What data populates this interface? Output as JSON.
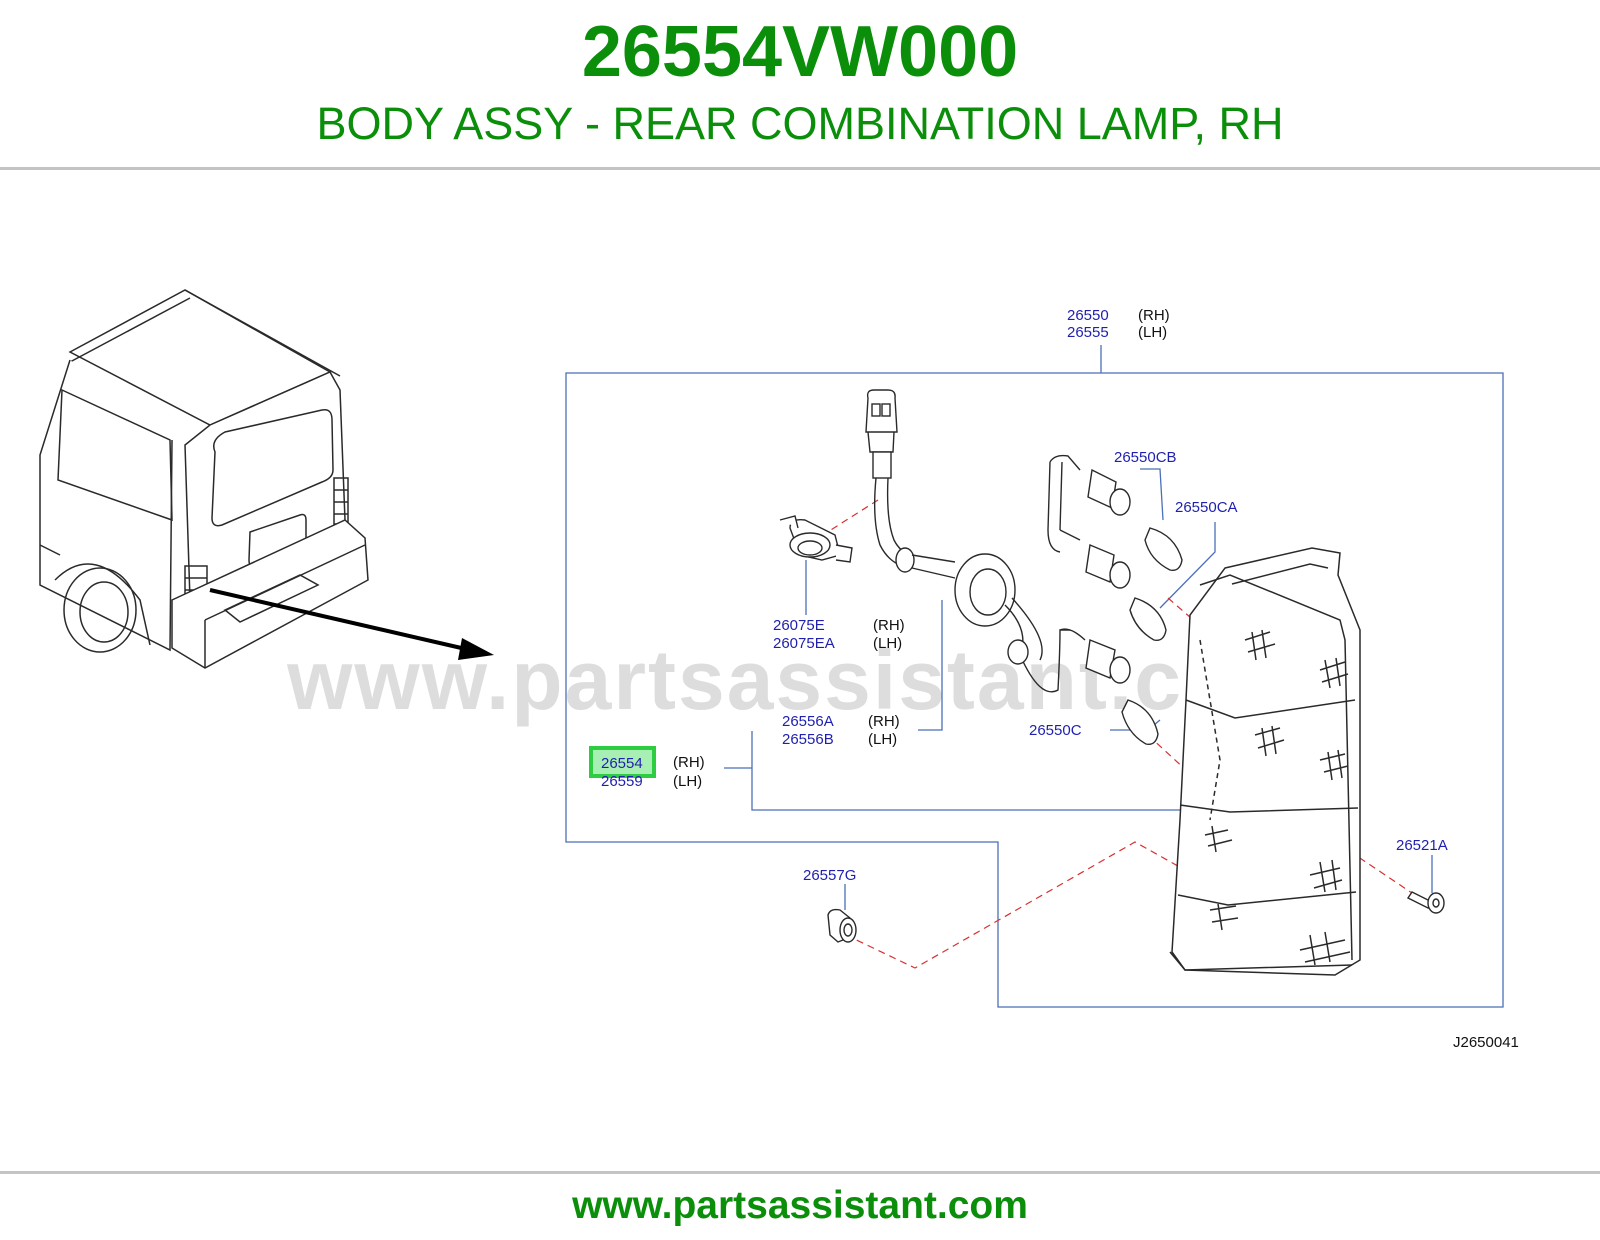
{
  "header": {
    "part_code": "26554VW000",
    "part_description": "BODY ASSY - REAR COMBINATION LAMP, RH"
  },
  "watermark": "www.partsassistant.com",
  "footer": {
    "url": "www.partsassistant.com"
  },
  "diagram": {
    "callouts": {
      "lamp_assy": [
        "26550",
        "26555"
      ],
      "socket_cb": "26550CB",
      "bulb_ca": "26550CA",
      "clip": [
        "26075E",
        "26075EA"
      ],
      "harness": [
        "26556A",
        "26556B"
      ],
      "body_assy": [
        "26554",
        "26559"
      ],
      "bulb_c": "26550C",
      "screw": "26521A",
      "grommet": "26557G"
    },
    "sides": {
      "rh": "(RH)",
      "lh": "(LH)"
    },
    "drawing_id": "J2650041",
    "highlighted_part": "26554"
  },
  "colors": {
    "brand_green": "#0b8f0b",
    "callout_blue": "#1f1fb0",
    "highlight_green": "#2ecc40",
    "leader_line": "#4b6fb8",
    "centerline_red": "#d93030"
  }
}
